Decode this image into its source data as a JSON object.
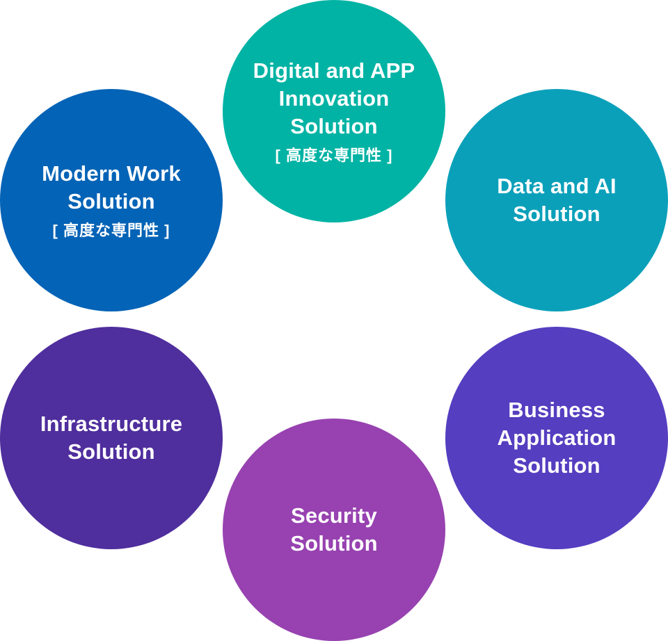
{
  "circles": {
    "digital": {
      "title": "Digital and APP\nInnovation Solution",
      "tag": "[ 高度な専門性 ]",
      "color": "#00b3a4"
    },
    "data_ai": {
      "title": "Data and AI\nSolution",
      "tag": "",
      "color": "#0ba0ba"
    },
    "modern_work": {
      "title": "Modern Work\nSolution",
      "tag": "[ 高度な専門性 ]",
      "color": "#0363b6"
    },
    "infrastructure": {
      "title": "Infrastructure\nSolution",
      "tag": "",
      "color": "#4f2e9d"
    },
    "business": {
      "title": "Business\nApplication\nSolution",
      "tag": "",
      "color": "#553ec0"
    },
    "security": {
      "title": "Security\nSolution",
      "tag": "",
      "color": "#9742b0"
    }
  }
}
